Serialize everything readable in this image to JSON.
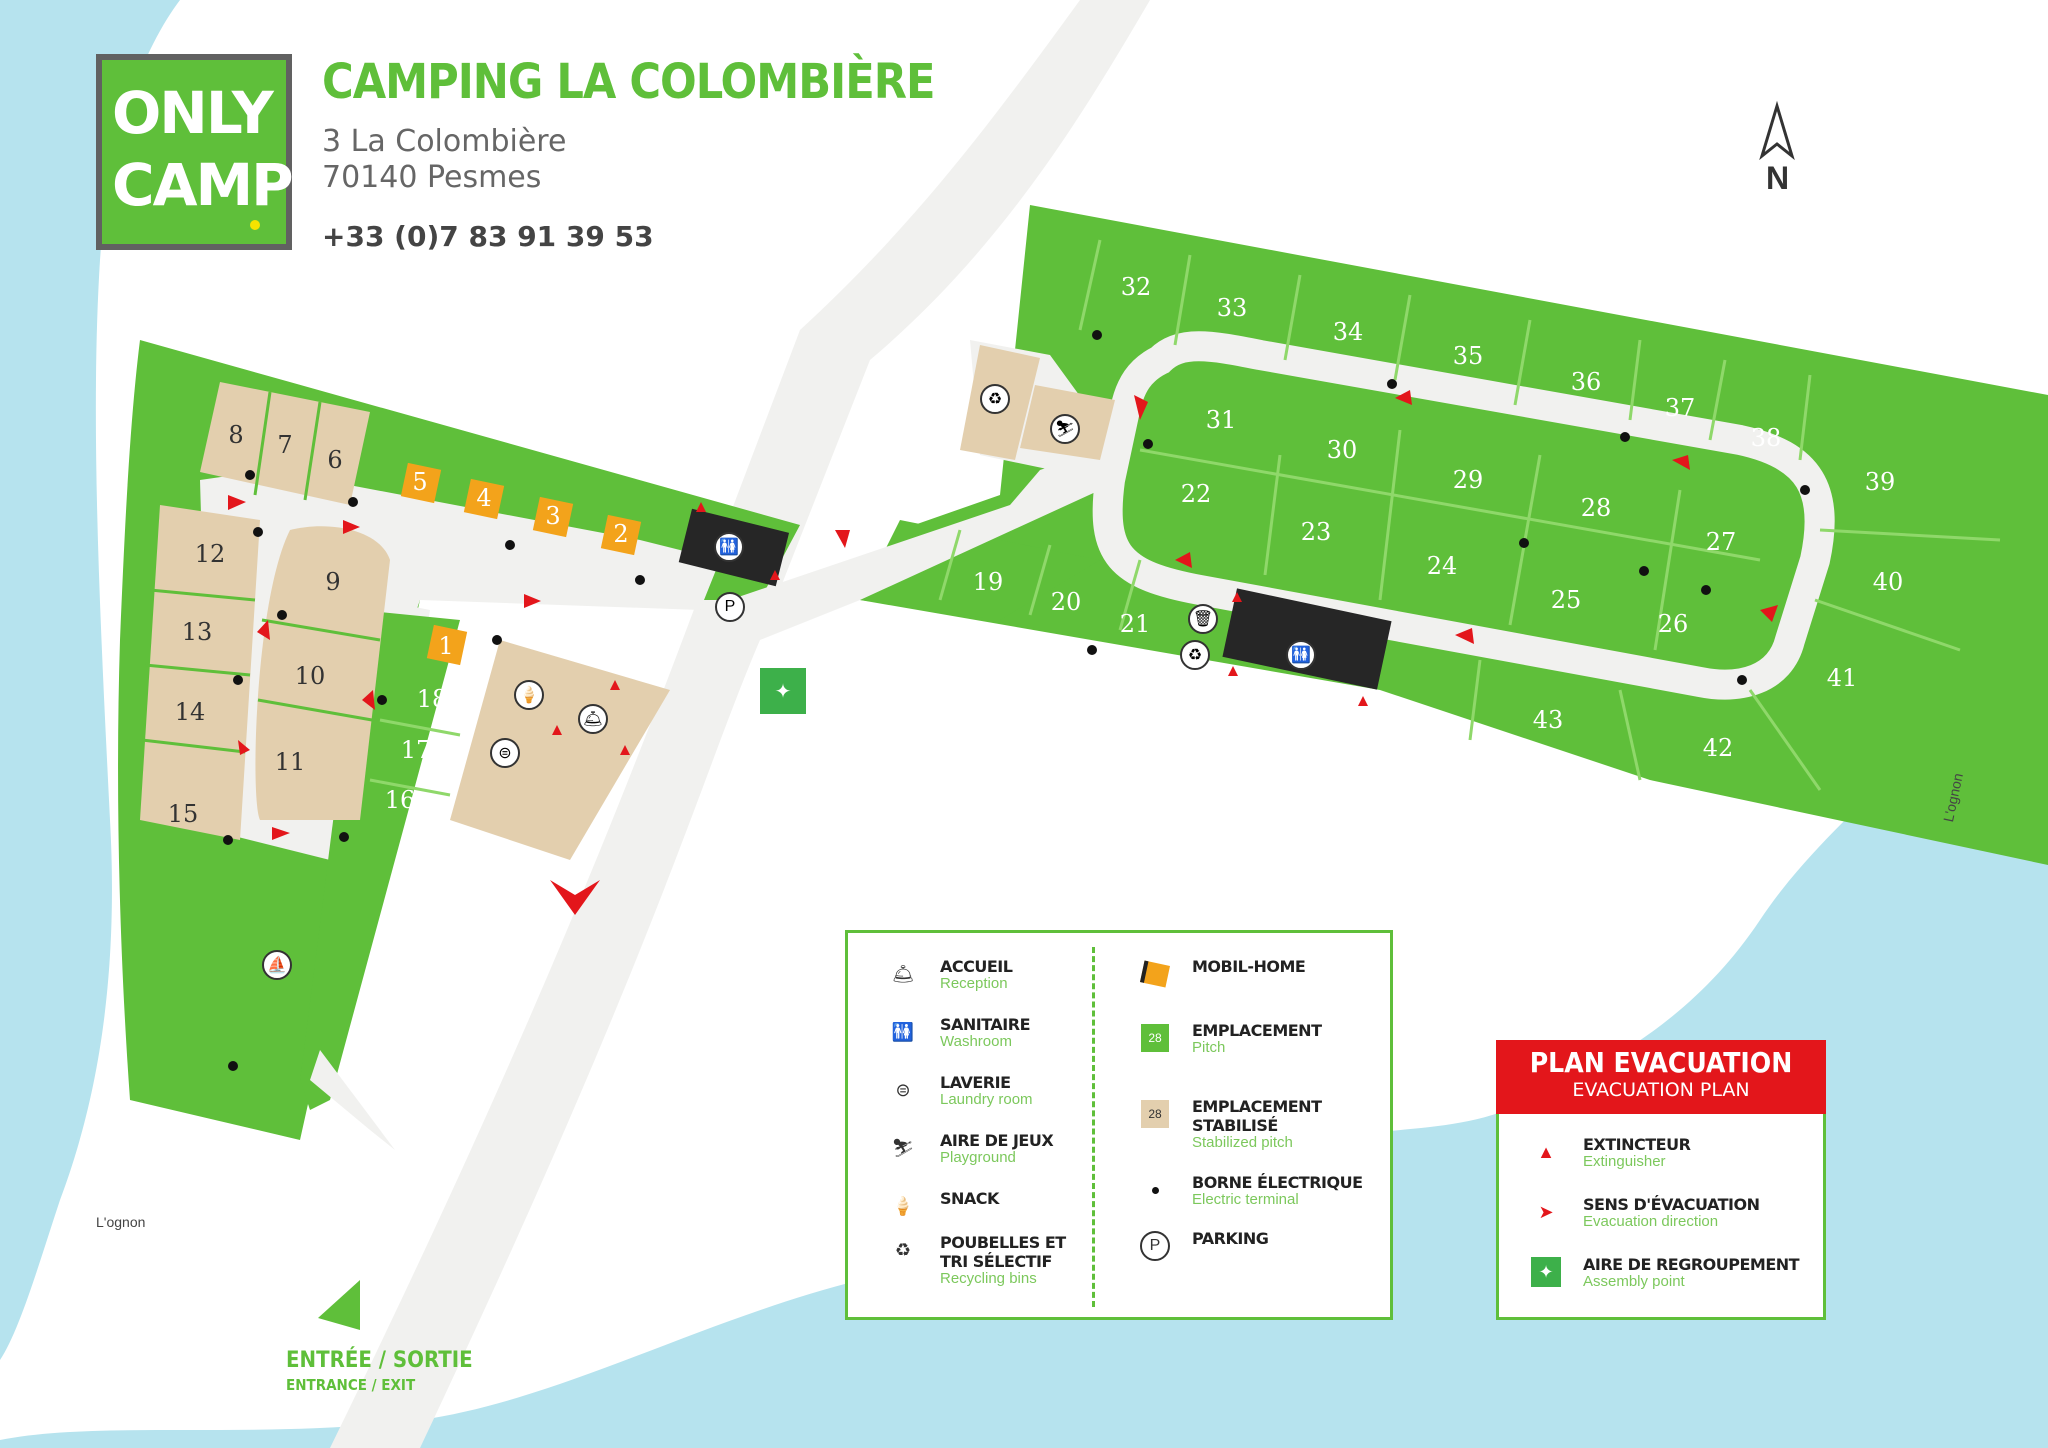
{
  "header": {
    "logo_line1": "ONLY",
    "logo_line2": "CAMP",
    "title": "CAMPING LA COLOMBIÈRE",
    "address_line1": "3 La Colombière",
    "address_line2": "70140 Pesmes",
    "phone": "+33 (0)7 83 91 39 53"
  },
  "compass": {
    "label": "N"
  },
  "rivers": {
    "left": "L'ognon",
    "right": "L'ognon"
  },
  "entrance": {
    "title": "ENTRÉE / SORTIE",
    "subtitle": "ENTRANCE / EXIT"
  },
  "pitches": {
    "beige": [
      "6",
      "7",
      "8",
      "9",
      "10",
      "11",
      "12",
      "13",
      "14",
      "15"
    ],
    "mobile_homes": [
      "1",
      "2",
      "3",
      "4",
      "5"
    ],
    "green": [
      "16",
      "17",
      "18",
      "19",
      "20",
      "21",
      "22",
      "23",
      "24",
      "25",
      "26",
      "27",
      "28",
      "29",
      "30",
      "31",
      "32",
      "33",
      "34",
      "35",
      "36",
      "37",
      "38",
      "39",
      "40",
      "41",
      "42",
      "43"
    ]
  },
  "legend": {
    "col1": [
      {
        "icon": "reception-bell-icon",
        "title": "ACCUEIL",
        "subtitle": "Reception"
      },
      {
        "icon": "washroom-icon",
        "title": "SANITAIRE",
        "subtitle": "Washroom"
      },
      {
        "icon": "laundry-icon",
        "title": "LAVERIE",
        "subtitle": "Laundry room"
      },
      {
        "icon": "playground-slide-icon",
        "title": "AIRE DE JEUX",
        "subtitle": "Playground"
      },
      {
        "icon": "snack-icon",
        "title": "SNACK",
        "subtitle": ""
      },
      {
        "icon": "recycling-bins-icon",
        "title": "POUBELLES ET",
        "title2": "TRI SÉLECTIF",
        "subtitle": "Recycling bins"
      }
    ],
    "col2": [
      {
        "icon": "mobile-home-icon",
        "title": "MOBIL-HOME",
        "subtitle": ""
      },
      {
        "icon": "pitch-icon",
        "badge": "28",
        "title": "EMPLACEMENT",
        "subtitle": "Pitch"
      },
      {
        "icon": "stabilized-pitch-icon",
        "badge": "28",
        "title": "EMPLACEMENT STABILISÉ",
        "subtitle": "Stabilized pitch"
      },
      {
        "icon": "electric-terminal-icon",
        "title": "BORNE ÉLECTRIQUE",
        "subtitle": "Electric terminal"
      },
      {
        "icon": "parking-icon",
        "badge": "P",
        "title": "PARKING",
        "subtitle": ""
      }
    ]
  },
  "evacuation": {
    "title": "PLAN EVACUATION",
    "subtitle": "EVACUATION PLAN",
    "items": [
      {
        "icon": "extinguisher-icon",
        "title": "EXTINCTEUR",
        "subtitle": "Extinguisher"
      },
      {
        "icon": "evacuation-direction-icon",
        "title": "SENS D'ÉVACUATION",
        "subtitle": "Evacuation direction"
      },
      {
        "icon": "assembly-point-icon",
        "title": "AIRE DE REGROUPEMENT",
        "subtitle": "Assembly point"
      }
    ]
  },
  "colors": {
    "grass": "#5fbf3a",
    "water": "#b6e3ee",
    "stabilized": "#e3cfae",
    "path": "#f1f1ef",
    "mobile_home": "#f3a31b",
    "danger": "#e3161b"
  }
}
